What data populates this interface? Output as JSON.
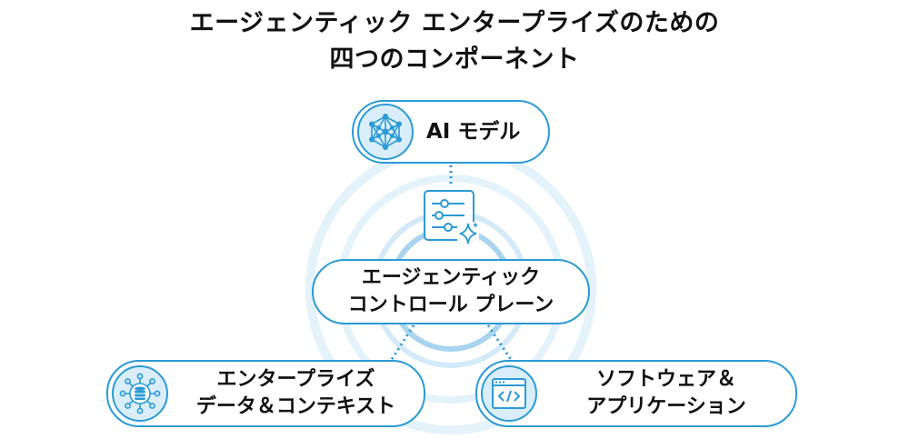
{
  "title": {
    "line1": "エージェンティック エンタープライズのための",
    "line2": "四つのコンポーネント"
  },
  "components": {
    "model": {
      "label": "AI モデル",
      "icon": "neural-network-icon"
    },
    "control_plane": {
      "line1": "エージェンティック",
      "line2": "コントロール プレーン",
      "icon": "sliders-sparkle-icon"
    },
    "data": {
      "line1": "エンタープライズ",
      "line2": "データ＆コンテキスト",
      "icon": "database-network-icon"
    },
    "apps": {
      "line1": "ソフトウェア＆",
      "line2": "アプリケーション",
      "icon": "code-window-icon"
    }
  },
  "colors": {
    "accent": "#2b9ad6",
    "icon_fill": "#d9eefa",
    "ring_light": "#e4f2fb",
    "ring_mid": "#a9d4f0"
  }
}
